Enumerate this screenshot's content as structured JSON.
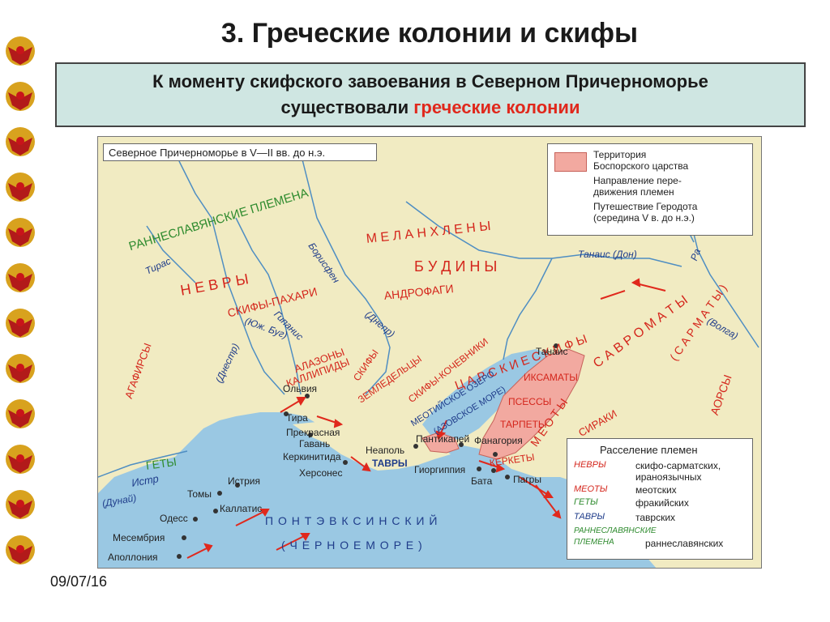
{
  "slide": {
    "title": "3. Греческие колонии и скифы",
    "subtitle_line1": "К моменту скифского завоевания в Северном Причерноморье",
    "subtitle_line2_plain": "существовали ",
    "subtitle_line2_highlight": "греческие колонии",
    "date": "09/07/16"
  },
  "colors": {
    "land": "#f1ebc2",
    "sea": "#9ac8e3",
    "river": "#4f8ec2",
    "bosporus": "#f2a9a0",
    "red_label": "#d4261c",
    "green_label": "#2e8b2e",
    "blue_label": "#1f3c8a",
    "arrow": "#e0281c",
    "subtitle_bg": "#cfe6e2"
  },
  "map": {
    "title": "Северное Причерноморье в V—II вв. до н.э.",
    "legend_top": {
      "territory_l1": "Территория",
      "territory_l2": "Боспорского царства",
      "direction_l1": "Направление пере-",
      "direction_l2": "движения племен",
      "herodotus_l1": "Путешествие Геродота",
      "herodotus_l2": "(середина V в. до н.э.)"
    },
    "legend_bottom": {
      "heading": "Расселение племен",
      "rows": [
        {
          "tag": "НЕВРЫ",
          "desc": "скифо-сарматских,"
        },
        {
          "tag": "",
          "desc": "ираноязычных"
        },
        {
          "tag": "МЕОТЫ",
          "desc": "меотских"
        },
        {
          "tag": "ГЕТЫ",
          "desc": "фракийских"
        },
        {
          "tag": "ТАВРЫ",
          "desc": "таврских"
        },
        {
          "tag": "РАННЕСЛАВЯНСКИЕ",
          "desc": ""
        },
        {
          "tag": "ПЛЕМЕНА",
          "desc": "раннеславянских"
        }
      ]
    },
    "tribes": {
      "rannesl": "РАННЕСЛАВЯНСКИЕ ПЛЕМЕНА",
      "nevry": "Н Е В Р Ы",
      "melanhleny": "М Е Л А Н Х Л Е Н Ы",
      "budiny": "Б У Д И Н Ы",
      "androfagi": "АНДРОФАГИ",
      "skify_pahari": "СКИФЫ-ПАХАРИ",
      "agafirsy": "АГАФИРСЫ",
      "alazony": "АЛАЗОНЫ",
      "kallipidy": "КАЛЛИПИДЫ",
      "skify": "СКИФЫ",
      "zemledeltsy": "ЗЕМЛЕДЕЛЬЦЫ",
      "skify_kochevniki": "СКИФЫ-КОЧЕВНИКИ",
      "tsarskie": "Ц А Р С К И Е   С К И Ф Ы",
      "savromaty": "С А В Р О М А Т Ы",
      "sarmaty": "( С А Р М А Т Ы )",
      "iksamaty": "ИКСАМАТЫ",
      "psessy": "ПСЕССЫ",
      "tarpety": "ТАРПЕТЫ",
      "meoty": "М Е О Т Ы",
      "siraki": "СИРАКИ",
      "aorsy": "АОРСЫ",
      "gety": "ГЕТЫ",
      "tavry": "ТАВРЫ",
      "kerkety": "КЕРКЕТЫ"
    },
    "rivers": {
      "tiras": "Тирас",
      "dnestr": "(Днестр)",
      "borisfen": "Борисфен",
      "dnepr": "(Днепр)",
      "gipanis": "Гипанис",
      "yuzh_bug": "(Юж. Буг)",
      "tanais_don": "Танаис (Дон)",
      "ra": "Ра",
      "volga": "(Волга)",
      "istr": "Истр",
      "dunai": "(Дунай)"
    },
    "cities": {
      "tanais": "Танаис",
      "olviya": "Ольвия",
      "tira": "Тира",
      "prekrasnaya": "Прекрасная",
      "gavan": "Гавань",
      "kerkinitida": "Керкинитида",
      "neapol": "Неаполь",
      "khersones": "Херсонес",
      "pantikapei": "Пантикапей",
      "fanagoriya": "Фанагория",
      "gorgippiya": "Гиоргиппия",
      "bata": "Бата",
      "pagry": "Пагры",
      "istriya": "Истрия",
      "tomy": "Томы",
      "kallatis": "Каллатис",
      "odess": "Одесс",
      "mesembriya": "Месембрия",
      "apolloniya": "Аполлония"
    },
    "seas": {
      "meotida_1": "МЕОТИЙСКОЕ ОЗЕРО",
      "meotida_2": "(АЗОВСКОЕ МОРЕ)",
      "pont_1": "П О Н Т   Э В К С И Н С К И Й",
      "pont_2": "( Ч Е Р Н О Е   М О Р Е )"
    }
  }
}
